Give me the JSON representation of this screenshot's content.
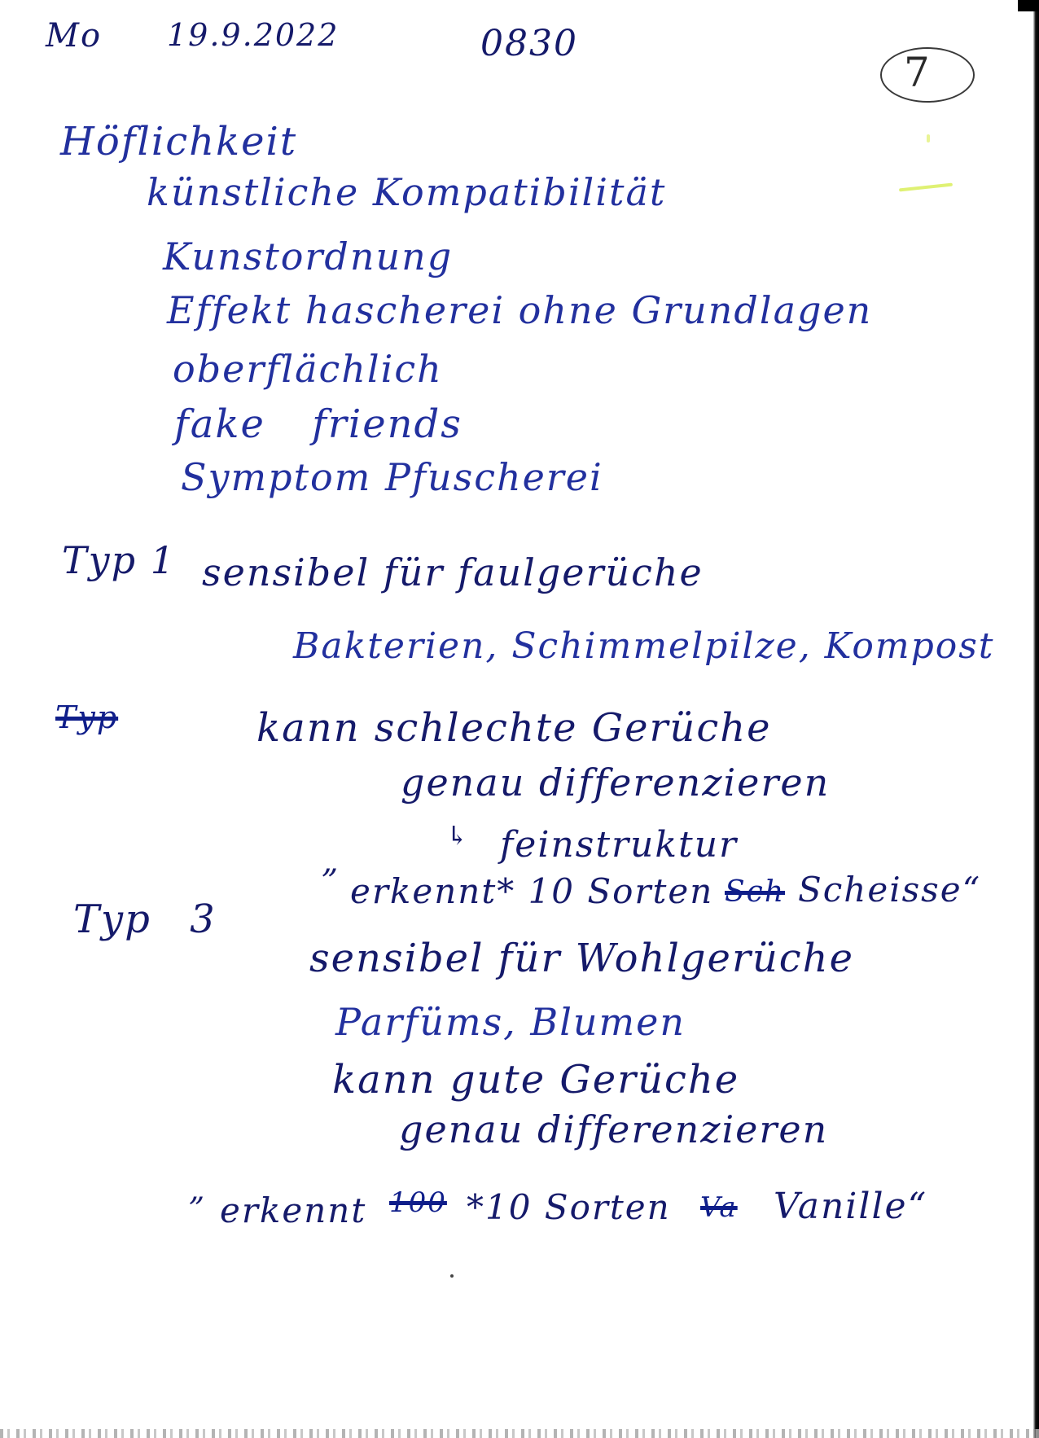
{
  "header": {
    "day": "Mo",
    "date": "19.9.2022",
    "time": "0830",
    "page_number": "7"
  },
  "notes": {
    "heading": "Höflichkeit",
    "items": [
      "künstliche Kompatibilität",
      "Kunstordnung",
      "Effekt hascherei ohne Grundlagen",
      "oberflächlich",
      "fake friends",
      "Symptom Pfuscherei"
    ]
  },
  "type1": {
    "label": "Typ 1",
    "line1": "sensibel für faulgerüche",
    "line2": "Bakterien, Schimmelpilze, Kompost"
  },
  "type2": {
    "label_struck": "Typ",
    "line1": "kann schlechte Gerüche",
    "line2": "genau differenzieren",
    "arrow": "↳",
    "line3": "feinstruktur",
    "quote_open": "„",
    "line4_a": "erkennt* 10 Sorten",
    "line4_struck": "Sch",
    "line4_b": "Scheisse“"
  },
  "type3": {
    "label": "Typ 3",
    "line1": "sensibel für Wohlgerüche",
    "line2": "Parfüms, Blumen",
    "line3": "kann gute Gerüche",
    "line4": "genau differenzieren",
    "quote_open": "„",
    "line5_a": "erkennt",
    "line5_struck1": "100",
    "line5_b": "*10 Sorten",
    "line5_struck2": "Va",
    "line5_c": "Vanille“"
  },
  "colors": {
    "ink_blue": "#1f2f9e",
    "ink_dark": "#151a6a",
    "pencil_gray": "#2a2a2a",
    "highlighter": "#d9ef5a"
  }
}
